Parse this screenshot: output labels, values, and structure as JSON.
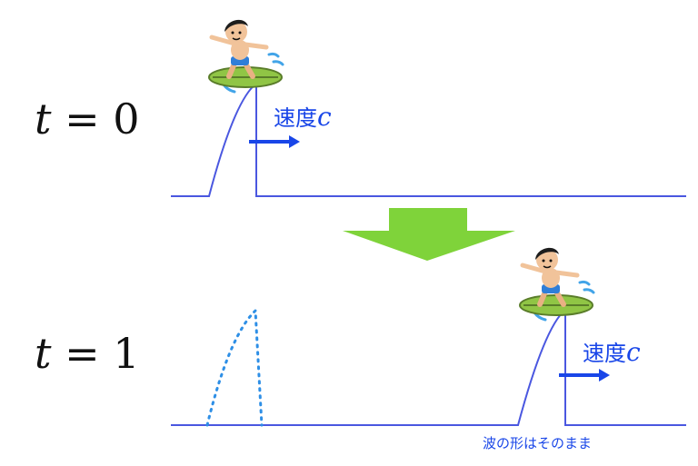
{
  "labels": {
    "t0_var": "t",
    "t0_rest": " = 0",
    "t1_var": "t",
    "t1_rest": " = 1",
    "speed_text_1": "速度",
    "speed_var_1": "c",
    "speed_text_2": "速度",
    "speed_var_2": "c",
    "note": "波の形はそのまま"
  },
  "colors": {
    "wave": "#4a57e0",
    "speed": "#1946e8",
    "arrow_down": "#7fd33a",
    "text": "#111111"
  },
  "icons": {
    "surfer_1": "surfer-icon",
    "surfer_2": "surfer-icon"
  }
}
